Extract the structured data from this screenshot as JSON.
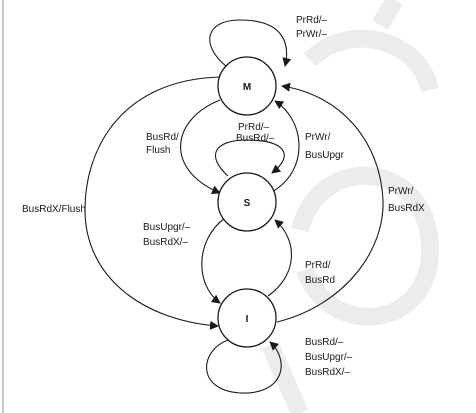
{
  "states": [
    {
      "id": "M",
      "label": "M"
    },
    {
      "id": "S",
      "label": "S"
    },
    {
      "id": "I",
      "label": "I"
    }
  ],
  "transitions": {
    "m_self": [
      "PrRd/–",
      "PrWr/–"
    ],
    "m_to_s": [
      "BusRd/",
      "Flush"
    ],
    "s_self": [
      "PrRd/–",
      "BusRd/–"
    ],
    "s_to_m": [
      "PrWr/",
      "BusUpgr"
    ],
    "m_to_i": [
      "BusRdX/Flush"
    ],
    "i_to_m": [
      "PrWr/",
      "BusRdX"
    ],
    "s_to_i": [
      "BusUpgr/–",
      "BusRdX/–"
    ],
    "i_to_s": [
      "PrRd/",
      "BusRd"
    ],
    "i_self": [
      "BusRd/–",
      "BusUpgr/–",
      "BusRdX/–"
    ]
  },
  "colors": {
    "ink": "#1a1a1a",
    "watermark": "#ececec"
  }
}
